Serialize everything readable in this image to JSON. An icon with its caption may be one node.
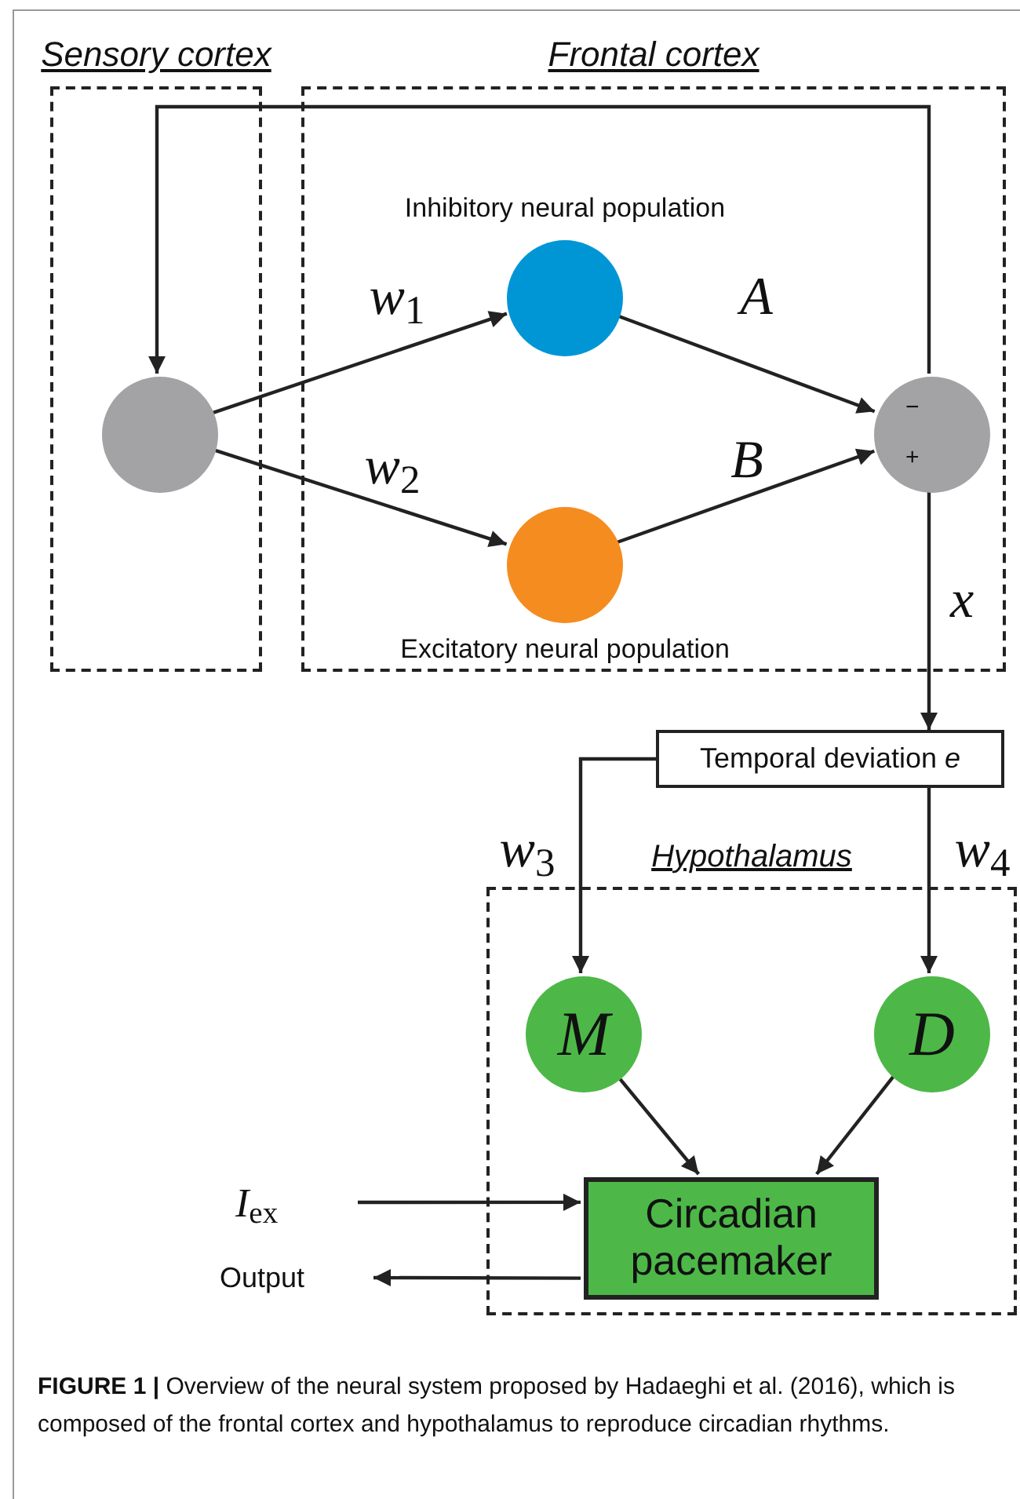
{
  "diagram": {
    "caption": "**FIGURE 1 |** Overview of the neural system proposed by Hadaeghi et al. (2016), which is composed of the frontal cortex and hypothalamus to reproduce circadian rhythms.",
    "nodes": [
      {
        "text": [
          "Sensory cortex"
        ]
      },
      {
        "text": [
          "Frontal cortex"
        ]
      },
      {
        "text": [],
        "shape": "circle",
        "in": 0
      },
      {
        "text": [],
        "shape": "circle",
        "in": 1,
        "beside": [
          "Inhibitory neural population"
        ]
      },
      {
        "text": [],
        "shape": "circle",
        "in": 1,
        "beside": [
          "Excitatory neural population"
        ]
      },
      {
        "text": [
          "−",
          "+"
        ],
        "in": 1
      },
      {
        "text": [
          "Temporal deviation *e*"
        ]
      },
      {
        "text": [
          "Hypothalamus"
        ]
      },
      {
        "text": [
          "M"
        ],
        "in": 7
      },
      {
        "text": [
          "D"
        ],
        "in": 7
      },
      {
        "text": [
          "Circadian pacemaker"
        ],
        "in": 7
      },
      {
        "text": [
          "*I*$_{ex}$"
        ]
      },
      {
        "text": [
          "Output"
        ]
      }
    ],
    "edges": [
      {
        "from": 5,
        "to": 2,
        "arrow": "to"
      },
      {
        "from": 2,
        "to": 3,
        "arrow": "to",
        "label": "*w*$_{1}$"
      },
      {
        "from": 2,
        "to": 4,
        "arrow": "to",
        "label": "*w*$_{2}$"
      },
      {
        "from": 3,
        "to": 5,
        "arrow": "to",
        "label": "*A*"
      },
      {
        "from": 4,
        "to": 5,
        "arrow": "to",
        "label": "*B*"
      },
      {
        "from": 5,
        "to": 6,
        "arrow": "to",
        "label": "*x*"
      },
      {
        "from": 6,
        "to": 8,
        "arrow": "to",
        "label": "*w*$_{3}$"
      },
      {
        "from": 6,
        "to": 9,
        "arrow": "to",
        "label": "*w*$_{4}$"
      },
      {
        "from": 8,
        "to": 10,
        "arrow": "to"
      },
      {
        "from": 9,
        "to": 10,
        "arrow": "to"
      },
      {
        "from": 11,
        "to": 10,
        "arrow": "to"
      },
      {
        "from": 10,
        "to": 12,
        "arrow": "to"
      }
    ]
  }
}
